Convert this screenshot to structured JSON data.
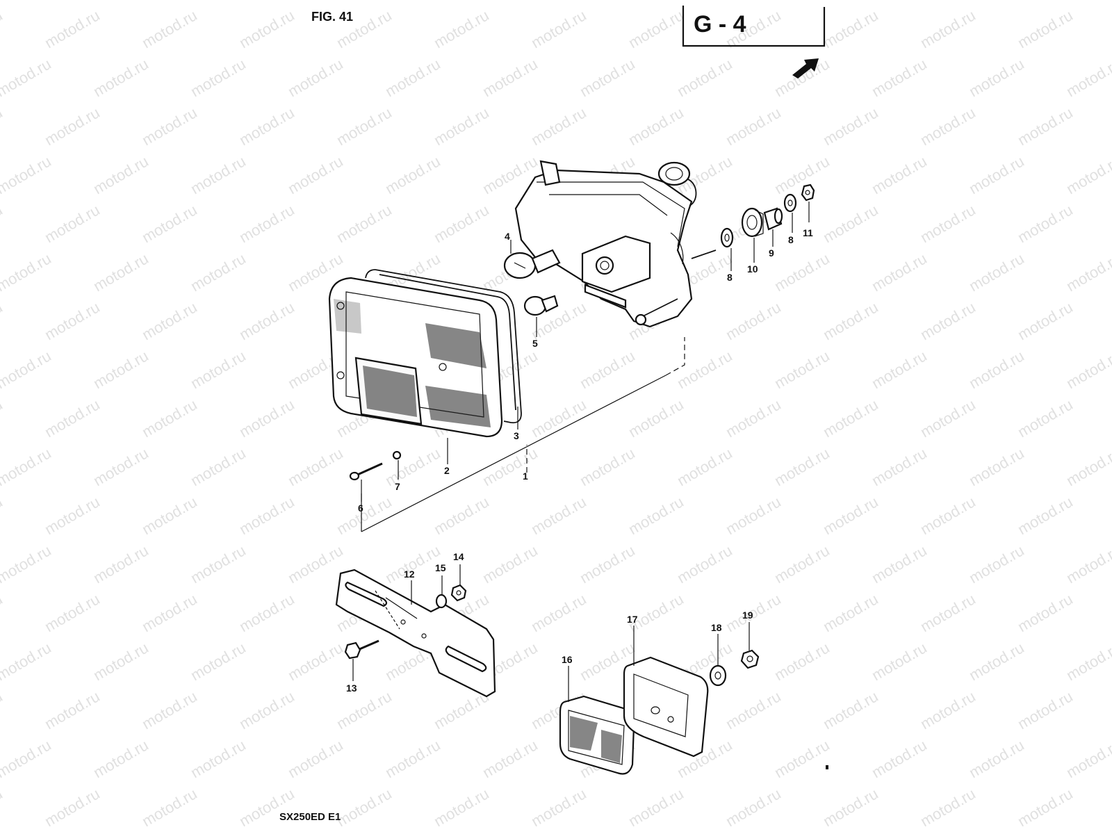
{
  "figure_label": "FIG. 41",
  "group_code": "G - 4",
  "model_code": "SX250ED E1",
  "watermark_text": "motod.ru",
  "callouts": [
    {
      "id": "c1",
      "label": "1"
    },
    {
      "id": "c2",
      "label": "2"
    },
    {
      "id": "c3",
      "label": "3"
    },
    {
      "id": "c4",
      "label": "4"
    },
    {
      "id": "c5",
      "label": "5"
    },
    {
      "id": "c6",
      "label": "6"
    },
    {
      "id": "c7",
      "label": "7"
    },
    {
      "id": "c8a",
      "label": "8"
    },
    {
      "id": "c8b",
      "label": "8"
    },
    {
      "id": "c9",
      "label": "9"
    },
    {
      "id": "c10",
      "label": "10"
    },
    {
      "id": "c11",
      "label": "11"
    },
    {
      "id": "c12",
      "label": "12"
    },
    {
      "id": "c13",
      "label": "13"
    },
    {
      "id": "c14",
      "label": "14"
    },
    {
      "id": "c15",
      "label": "15"
    },
    {
      "id": "c16",
      "label": "16"
    },
    {
      "id": "c17",
      "label": "17"
    },
    {
      "id": "c18",
      "label": "18"
    },
    {
      "id": "c19",
      "label": "19"
    }
  ]
}
